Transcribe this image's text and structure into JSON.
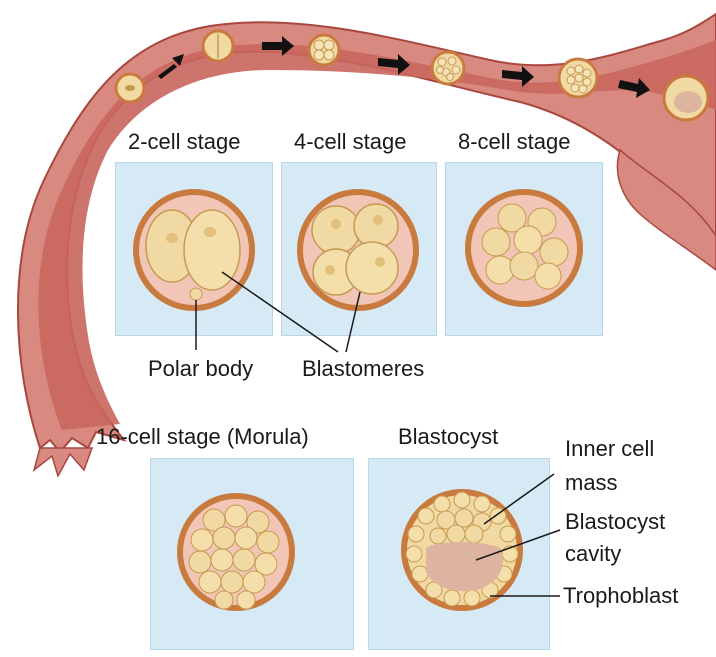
{
  "labels": {
    "stage_2cell": "2-cell stage",
    "stage_4cell": "4-cell stage",
    "stage_8cell": "8-cell stage",
    "stage_16cell": "16-cell stage (Morula)",
    "stage_blastocyst": "Blastocyst",
    "polar_body": "Polar body",
    "blastomeres": "Blastomeres",
    "inner_cell_mass_line1": "Inner cell",
    "inner_cell_mass_line2": "mass",
    "blastocyst_cavity_line1": "Blastocyst",
    "blastocyst_cavity_line2": "cavity",
    "trophoblast": "Trophoblast"
  },
  "colors": {
    "tube_outer": "#d98a80",
    "tube_inner": "#c8665d",
    "tube_edge": "#a9473f",
    "panel": "#d6eaf6",
    "zona": "#c97a3f",
    "zona_inner": "#f2c6b6",
    "cell": "#f1d9a3",
    "cell_edge": "#c79a52",
    "cavity": "#dcb4a0",
    "arrow": "#111111"
  }
}
